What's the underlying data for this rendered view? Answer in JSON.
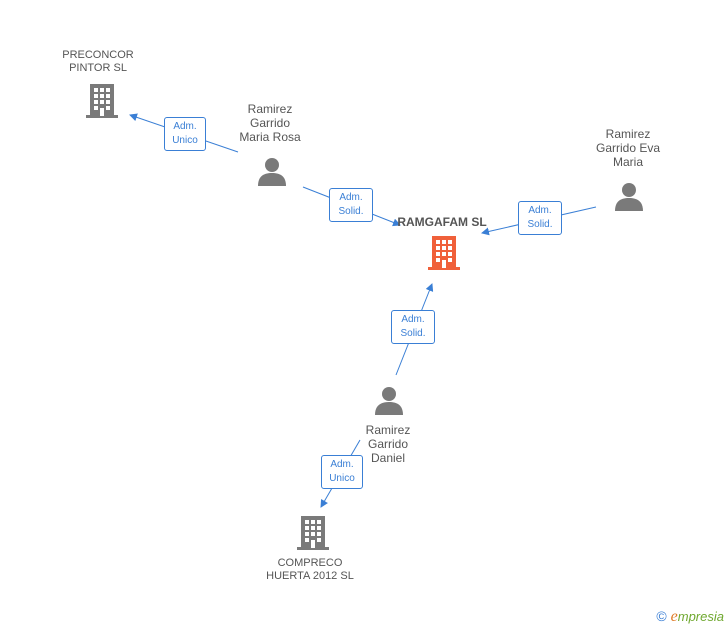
{
  "graph": {
    "nodes": {
      "central": {
        "label": "RAMGAFAM SL",
        "type": "company",
        "color": "#f0603a"
      },
      "preconcor": {
        "label": "PRECONCOR\nPINTOR SL",
        "type": "company",
        "color": "#7a7a7a"
      },
      "compreco": {
        "label": "COMPRECO\nHUERTA 2012 SL",
        "type": "company",
        "color": "#7a7a7a"
      },
      "maria_rosa": {
        "label": "Ramirez\nGarrido\nMaria Rosa",
        "type": "person",
        "color": "#7a7a7a"
      },
      "eva_maria": {
        "label": "Ramirez\nGarrido Eva\nMaria",
        "type": "person",
        "color": "#7a7a7a"
      },
      "daniel": {
        "label": "Ramirez\nGarrido\nDaniel",
        "type": "person",
        "color": "#7a7a7a"
      }
    },
    "edges": [
      {
        "from": "maria_rosa",
        "to": "preconcor",
        "label": "Adm.\nUnico"
      },
      {
        "from": "maria_rosa",
        "to": "central",
        "label": "Adm.\nSolid."
      },
      {
        "from": "eva_maria",
        "to": "central",
        "label": "Adm.\nSolid."
      },
      {
        "from": "daniel",
        "to": "central",
        "label": "Adm.\nSolid."
      },
      {
        "from": "daniel",
        "to": "compreco",
        "label": "Adm.\nUnico"
      }
    ],
    "edge_color": "#3a7fd5"
  },
  "footer": {
    "copyright": "©",
    "brand_first": "e",
    "brand_rest": "mpresia"
  }
}
